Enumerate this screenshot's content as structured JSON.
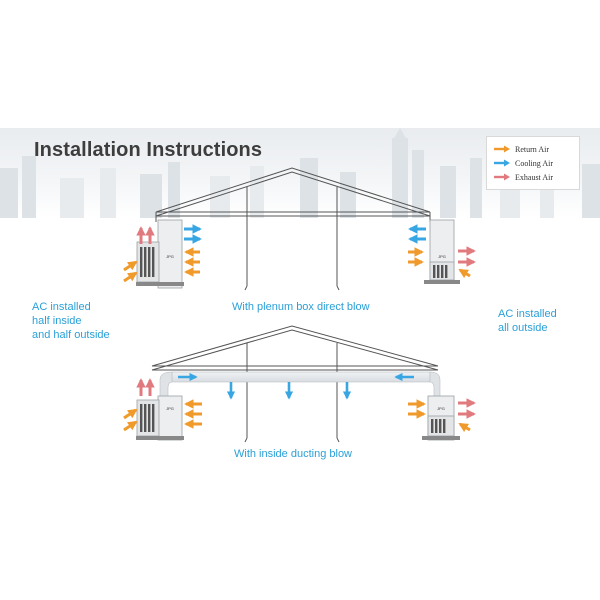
{
  "title": "Installation Instructions",
  "legend": [
    {
      "label": "Return Air",
      "color": "#f19a2c"
    },
    {
      "label": "Cooling Air",
      "color": "#39a6e4"
    },
    {
      "label": "Exhaust Air",
      "color": "#e07a7e"
    }
  ],
  "captions": {
    "left": [
      "AC installed",
      "half inside",
      "and half outside"
    ],
    "right": [
      "AC installed",
      "all outside"
    ],
    "top_diagram": "With plenum box direct blow",
    "bottom_diagram": "With inside ducting blow"
  },
  "unit_logo": "JPG"
}
